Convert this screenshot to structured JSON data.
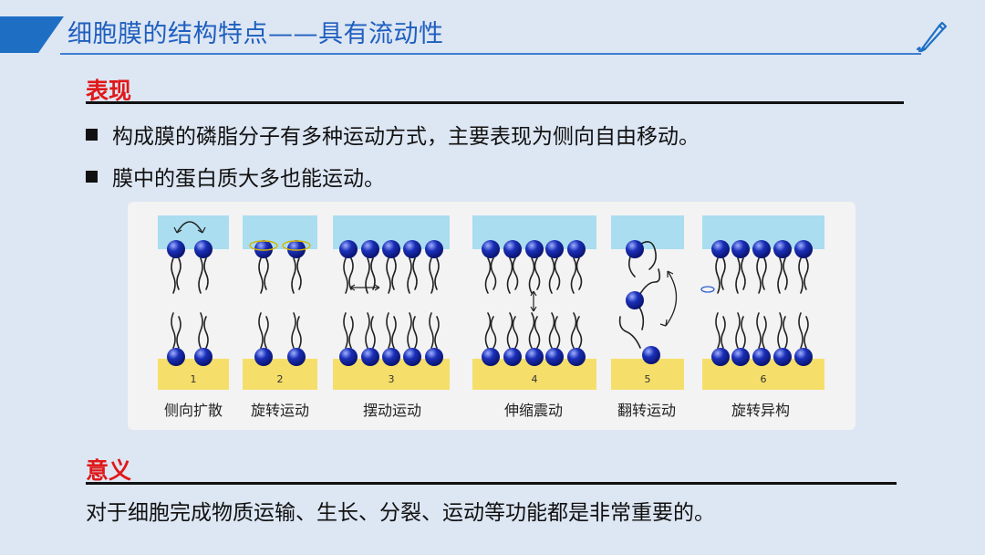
{
  "header": {
    "title": "细胞膜的结构特点——具有流动性",
    "accent_color": "#1e6fc4",
    "icon": "pen-icon"
  },
  "section_performance": {
    "label": "表现",
    "bullets": [
      "构成膜的磷脂分子有多种运动方式，主要表现为侧向自由移动。",
      "膜中的蛋白质大多也能运动。"
    ]
  },
  "figure": {
    "panels": [
      {
        "number": "1",
        "caption": "侧向扩散"
      },
      {
        "number": "2",
        "caption": "旋转运动"
      },
      {
        "number": "3",
        "caption": "摆动运动"
      },
      {
        "number": "4",
        "caption": "伸缩震动"
      },
      {
        "number": "5",
        "caption": "翻转运动"
      },
      {
        "number": "6",
        "caption": "旋转异构"
      }
    ],
    "colors": {
      "outer_water": "#a9ddef",
      "inner_water": "#f5df6a",
      "head": "#1a2fb8"
    }
  },
  "section_significance": {
    "label": "意义",
    "sentence": "对于细胞完成物质运输、生长、分裂、运动等功能都是非常重要的。"
  }
}
